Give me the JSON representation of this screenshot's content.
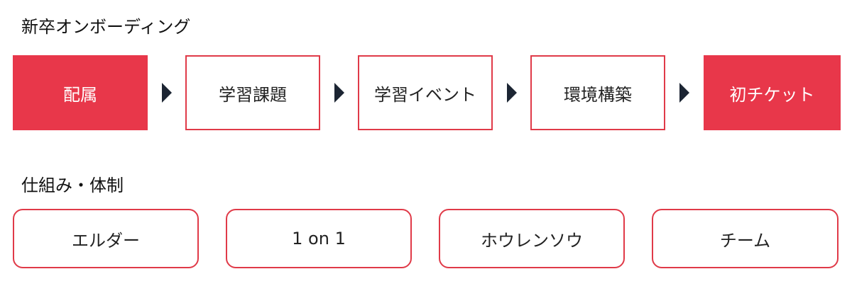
{
  "sections": {
    "onboarding": {
      "title": "新卒オンボーディング",
      "steps": [
        {
          "label": "配属",
          "style": "filled"
        },
        {
          "label": "学習課題",
          "style": "outlined"
        },
        {
          "label": "学習イベント",
          "style": "outlined"
        },
        {
          "label": "環境構築",
          "style": "outlined"
        },
        {
          "label": "初チケット",
          "style": "filled"
        }
      ]
    },
    "structure": {
      "title": "仕組み・体制",
      "items": [
        {
          "label": "エルダー"
        },
        {
          "label": "1 on 1"
        },
        {
          "label": "ホウレンソウ"
        },
        {
          "label": "チーム"
        }
      ]
    }
  },
  "colors": {
    "accent": "#e8374a",
    "border": "#e03a48",
    "arrow": "#1c2533",
    "text": "#222222"
  }
}
